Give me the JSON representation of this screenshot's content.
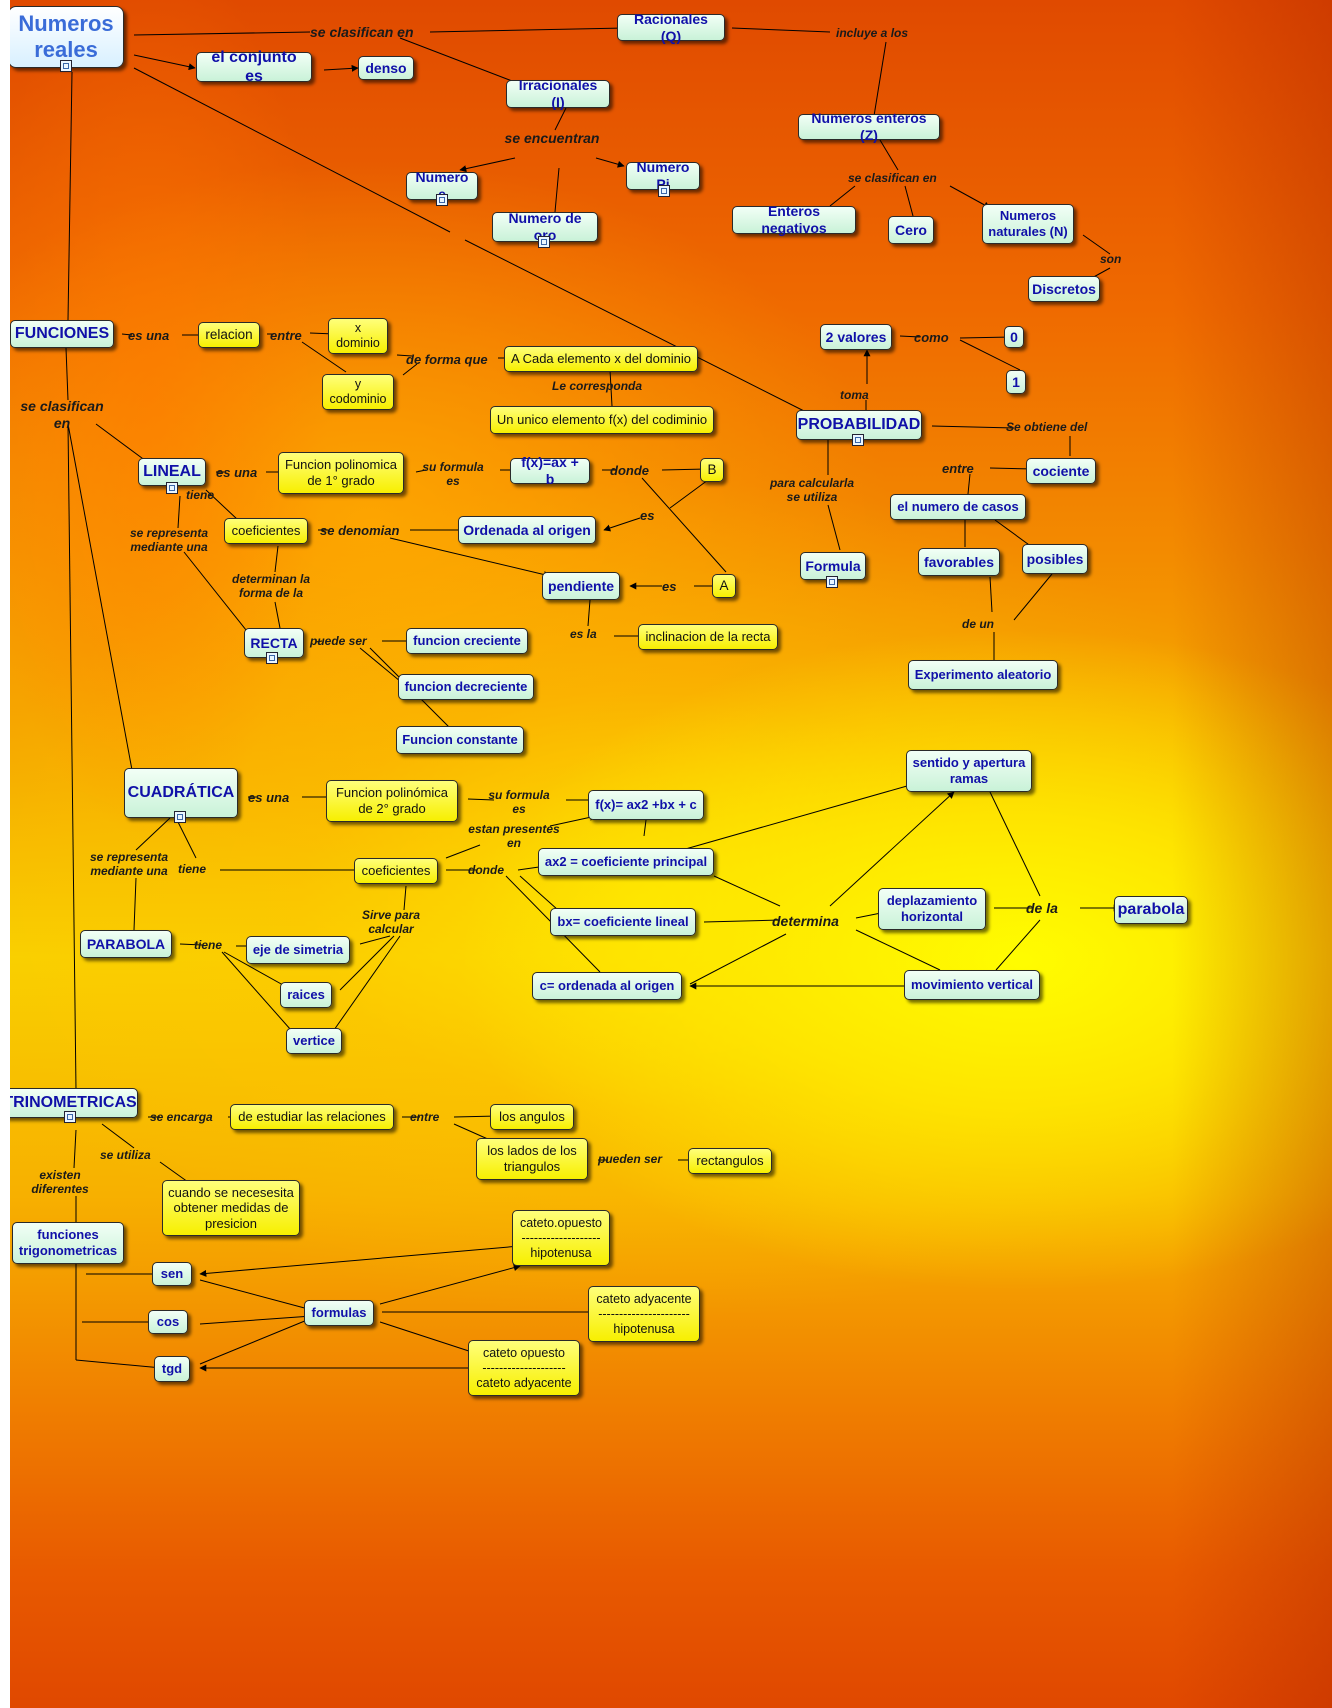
{
  "map": {
    "root": "Numeros reales",
    "concepts": {
      "racionales": "Racionales (Q)",
      "conjunto_es": "el conjunto es",
      "denso": "denso",
      "irracionales": "Irracionales (I)",
      "enteros": "Numeros enteros (Z)",
      "numero_e": "Numero e",
      "numero_pi": "Numero Pi",
      "numero_oro": "Numero de oro",
      "enteros_negativos": "Enteros negativos",
      "cero": "Cero",
      "naturales": "Numeros naturales (N)",
      "discretos": "Discretos",
      "funciones": "FUNCIONES",
      "relacion": "relacion",
      "x_dominio": "x dominio",
      "y_codominio": "y codominio",
      "cada_elemento": "A Cada elemento x del dominio",
      "unico_elemento": "Un unico elemento f(x) del codiminio",
      "dos_valores": "2 valores",
      "cero_valor": "0",
      "uno_valor": "1",
      "probabilidad": "PROBABILIDAD",
      "cociente": "cociente",
      "numero_casos": "el numero de casos",
      "favorables": "favorables",
      "posibles": "posibles",
      "formula": "Formula",
      "experimento": "Experimento aleatorio",
      "lineal": "LINEAL",
      "funcion_polinomica_1": "Funcion polinomica de 1° grado",
      "fx_lineal": "f(x)=ax + b",
      "b_node": "B",
      "a_node": "A",
      "coeficientes_1": "coeficientes",
      "ordenada_origen": "Ordenada al origen",
      "pendiente": "pendiente",
      "inclinacion": "inclinacion de la recta",
      "recta": "RECTA",
      "creciente": "funcion creciente",
      "decreciente": "funcion decreciente",
      "constante": "Funcion constante",
      "cuadratica": "CUADRÁTICA",
      "funcion_polinomica_2": "Funcion polinómica de 2° grado",
      "fx_cuadratica": "f(x)= ax2 +bx + c",
      "coeficientes_2": "coeficientes",
      "coef_principal": "ax2 = coeficiente principal",
      "coef_lineal": "bx= coeficiente lineal",
      "ordenada_c": "c= ordenada al origen",
      "sentido_apertura": "sentido y apertura ramas",
      "desplazamiento": "deplazamiento horizontal",
      "movimiento": "movimiento vertical",
      "parabola_final": "parabola",
      "parabola": "PARABOLA",
      "eje_simetria": "eje de simetria",
      "raices": "raices",
      "vertice": "vertice",
      "trinometricas": "TRINOMETRICAS",
      "estudiar_relaciones": "de estudiar las relaciones",
      "angulos": "los angulos",
      "lados": "los lados de los triangulos",
      "rectangulos": "rectangulos",
      "medidas_precision": "cuando se necesesita obtener medidas de presicion",
      "funciones_trig": "funciones trigonometricas",
      "sen": "sen",
      "cos": "cos",
      "tgd": "tgd",
      "formulas": "formulas",
      "sen_formula": "cateto.opuesto\n-------------------\nhipotenusa",
      "cos_formula": "cateto adyacente\n----------------------\nhipotenusa",
      "tg_formula": "cateto opuesto\n--------------------\ncateto adyacente"
    },
    "link_labels": {
      "se_clasifican_en_1": "se clasifican en",
      "incluye_a_los": "incluye a los",
      "se_encuentran": "se encuentran",
      "se_clasifican_en_2": "se clasifican en",
      "son": "son",
      "es_una_1": "es una",
      "entre_1": "entre",
      "de_forma_que": "de forma que",
      "le_corresponda": "Le corresponda",
      "como": "como",
      "toma": "toma",
      "se_obtiene_del": "Se obtiene del",
      "entre_2": "entre",
      "para_calcularla": "para calcularla se utiliza",
      "de_un": "de un",
      "se_clasifican_en_3": "se clasifican en",
      "es_una_2": "es una",
      "su_formula_es_1": "su formula es",
      "donde_1": "donde",
      "es_1": "es",
      "es_2": "es",
      "tiene_1": "tiene",
      "se_denomian": "se denomian",
      "se_representa_1": "se representa mediante una",
      "determinan": "determinan la forma de la",
      "es_la": "es la",
      "puede_ser": "puede ser",
      "es_una_3": "es una",
      "su_formula_es_2": "su formula es",
      "estan_presentes": "estan presentes en",
      "se_representa_2": "se representa mediante una",
      "tiene_2": "tiene",
      "donde_2": "donde",
      "determina": "determina",
      "de_la": "de la",
      "tiene_3": "tiene",
      "sirve_para": "Sirve para calcular",
      "se_encarga": "se encarga",
      "entre_3": "entre",
      "pueden_ser": "pueden ser",
      "se_utiliza": "se utiliza",
      "existen": "existen diferentes"
    }
  },
  "colors": {
    "concept_fill": "#c9f2d8",
    "concept_text": "#1010a8",
    "yellow_fill": "#f7ef00",
    "root_text": "#3a6cd8",
    "line": "#000000"
  },
  "icons": [
    "document-icon",
    "image-icon"
  ]
}
